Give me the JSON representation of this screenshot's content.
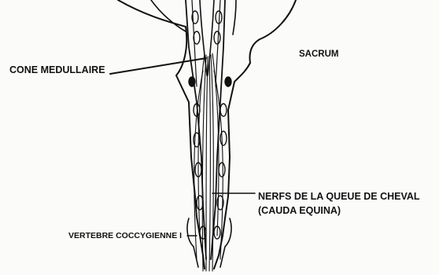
{
  "labels": {
    "cone_medullaire": "CONE MEDULLAIRE",
    "sacrum": "SACRUM",
    "nerfs_line1": "NERFS DE LA QUEUE DE CHEVAL",
    "nerfs_line2": "(CAUDA EQUINA)",
    "vertebre": "VERTEBRE COCCYGIENNE I"
  },
  "colors": {
    "ink": "#111111",
    "paper": "#fbfbfa"
  }
}
